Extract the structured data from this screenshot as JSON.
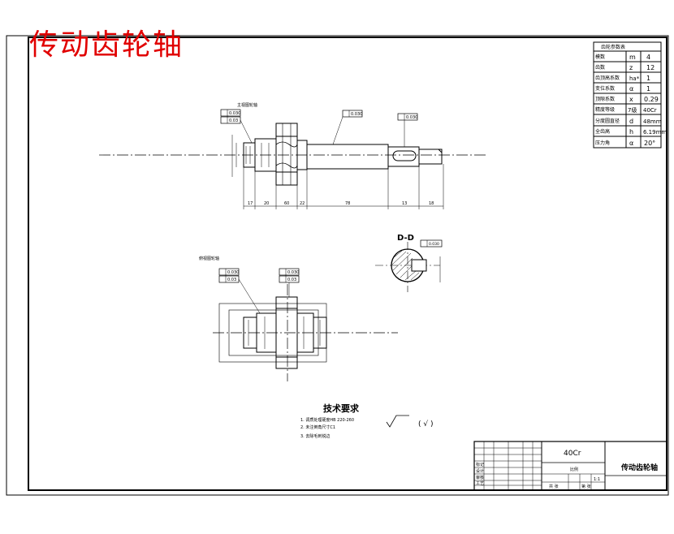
{
  "stamp": {
    "title": "传动齿轮轴"
  },
  "gear_params": {
    "header": "齿轮参数表",
    "rows": [
      {
        "name": "模数",
        "symbol": "m",
        "value": "4"
      },
      {
        "name": "齿数",
        "symbol": "z",
        "value": "12"
      },
      {
        "name": "齿顶高系数",
        "symbol": "ha*",
        "value": "1"
      },
      {
        "name": "变位系数",
        "symbol": "α",
        "value": "1"
      },
      {
        "name": "顶隙系数",
        "symbol": "x",
        "value": "0.29"
      },
      {
        "name": "精度等级",
        "symbol": "7级",
        "value": "40Cr"
      },
      {
        "name": "分度圆直径",
        "symbol": "d",
        "value": "48mm"
      },
      {
        "name": "全齿高",
        "symbol": "h",
        "value": "6.19mm"
      },
      {
        "name": "压力角",
        "symbol": "α",
        "value": "20°"
      }
    ]
  },
  "views": {
    "main_label": "主视图轮轴",
    "side_label": "俯视图轮轴",
    "section_label": "D-D",
    "main_dims": [
      "17",
      "20",
      "60",
      "22",
      "78",
      "13",
      "18"
    ],
    "main_tol_1": "0.030",
    "main_tol_2": "0.03",
    "side_tol_1": "0.030",
    "side_tol_2": "0.03",
    "key_tol": "0.030"
  },
  "tech_requirements": {
    "title": "技术要求",
    "items": [
      "1. 调质处理硬度HB 220-260",
      "2. 未注倒角尺寸C1",
      "3. 去除毛刺锐边"
    ],
    "roughness": "( √ )"
  },
  "title_block": {
    "material": "40Cr",
    "part_name": "传动齿轮轴",
    "scale_label": "比例",
    "sheet_label": "共 张",
    "sheet_no": "第 张",
    "rows": [
      "标记",
      "设计",
      "审核",
      "工艺"
    ],
    "qty_label": "1:1"
  }
}
